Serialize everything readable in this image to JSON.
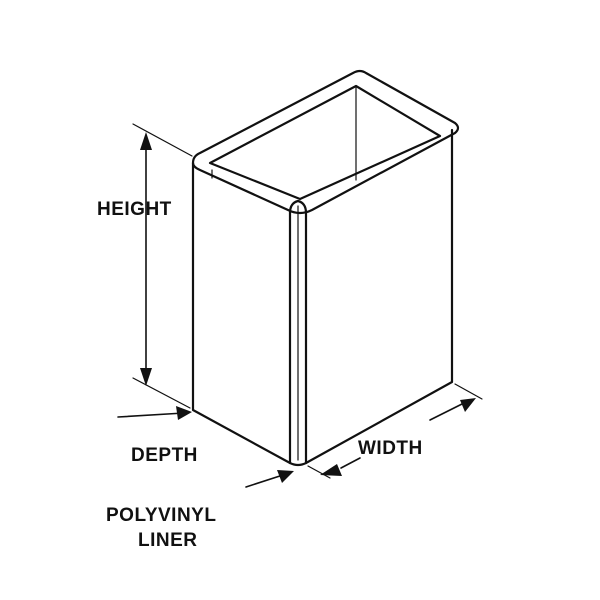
{
  "labels": {
    "height": "HEIGHT",
    "depth": "DEPTH",
    "width": "WIDTH",
    "liner_line1": "POLYVINYL",
    "liner_line2": "LINER"
  },
  "colors": {
    "line": "#111111",
    "background": "#ffffff"
  }
}
